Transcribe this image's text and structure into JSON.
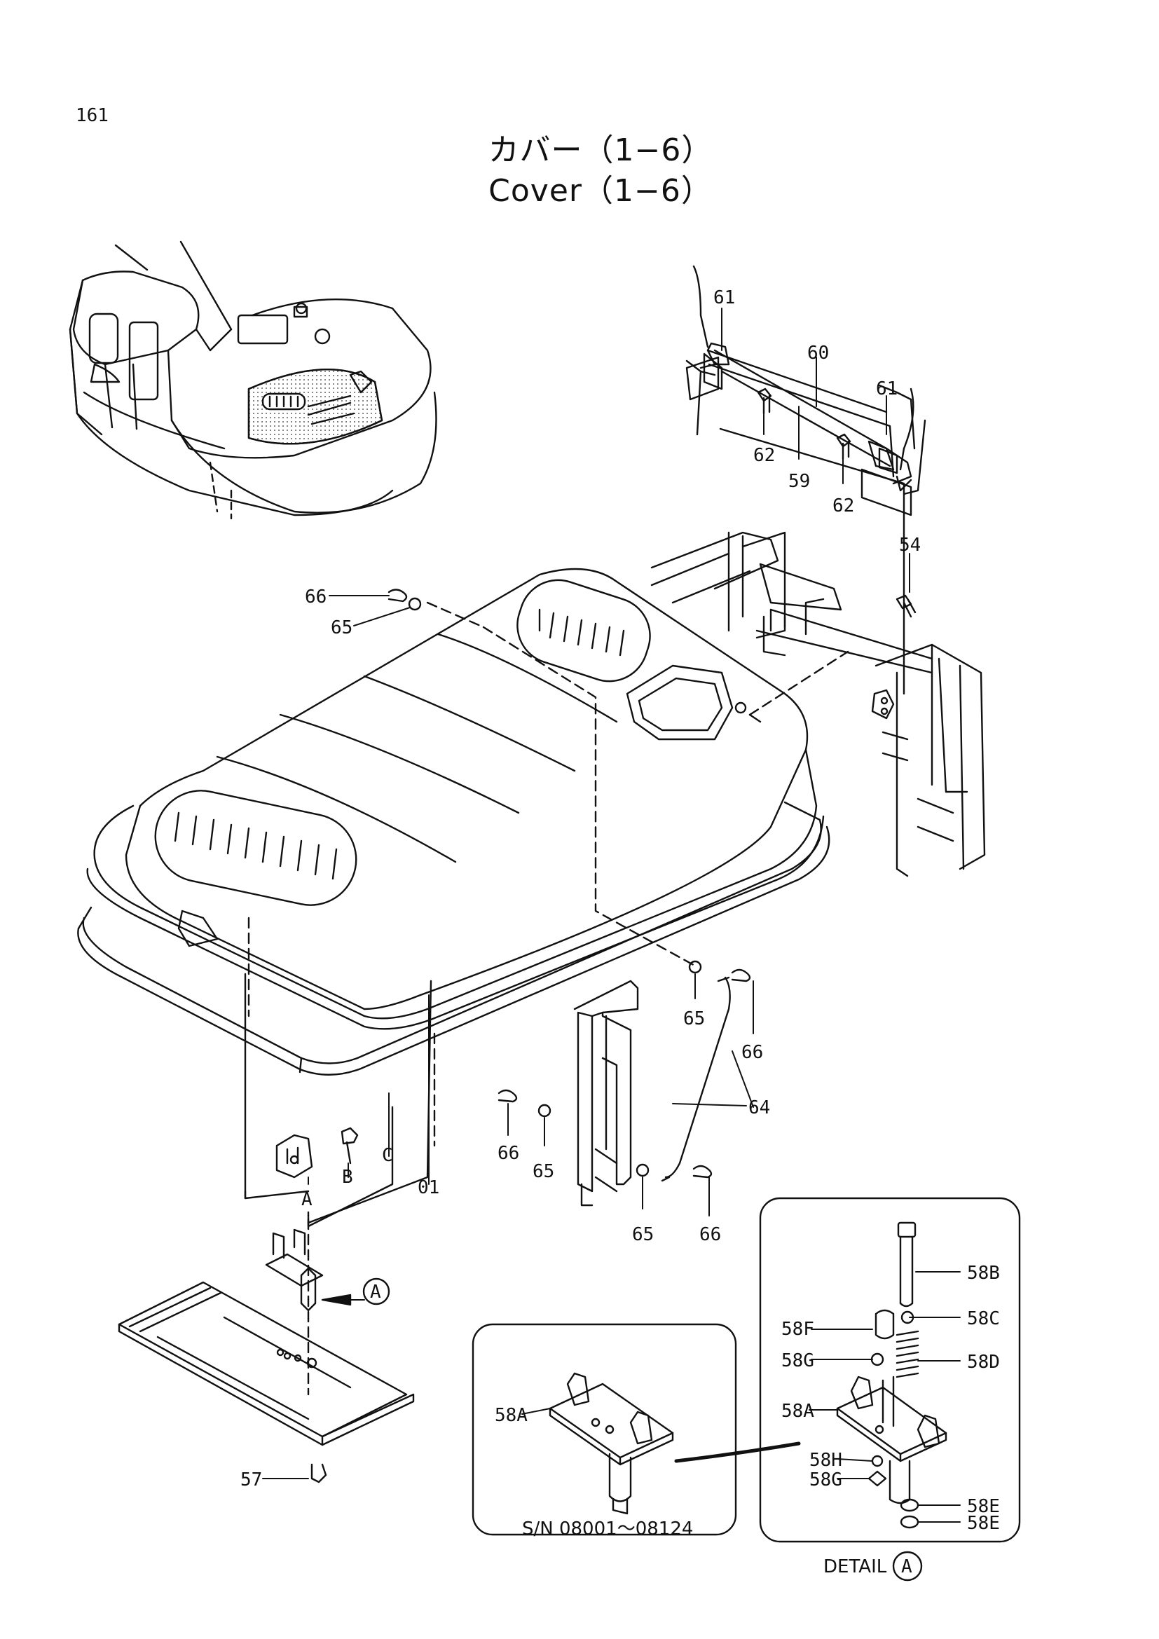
{
  "page": {
    "number": "161"
  },
  "title": {
    "jp": "カバー（1−6）",
    "en": "Cover（1−6）"
  },
  "callouts": {
    "p01": "01",
    "p54": "54",
    "p57": "57",
    "p58A": "58A",
    "p58B": "58B",
    "p58C": "58C",
    "p58D": "58D",
    "p58E": "58E",
    "p58F": "58F",
    "p58G": "58G",
    "p58H": "58H",
    "p59": "59",
    "p60": "60",
    "p61": "61",
    "p62": "62",
    "p64": "64",
    "p65": "65",
    "p66": "66",
    "pA": "A",
    "pB": "B",
    "pC": "C"
  },
  "detail_marker": "A",
  "serial_note": "S/N  08001～08124",
  "detail_label": "DETAIL"
}
